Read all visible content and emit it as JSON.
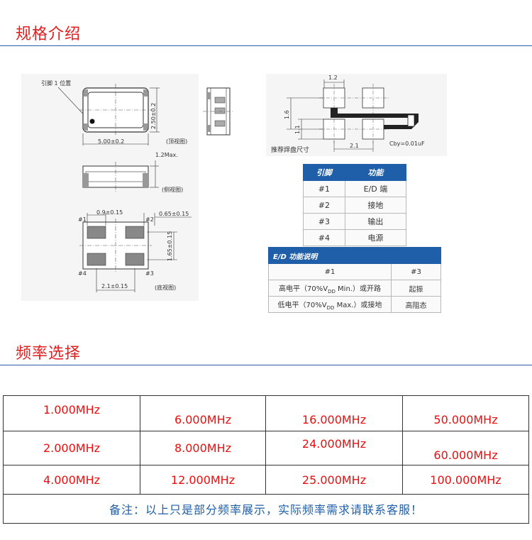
{
  "sections": {
    "spec_title": "规格介绍",
    "freq_title": "频率选择"
  },
  "drawing": {
    "pin1_position": "引脚 1 位置",
    "dim_length": "5.00±0.2",
    "dim_width": "2.50±0.2",
    "top_view": "(顶视图)",
    "max_height": "1.2Max.",
    "side_view": "(侧视图)",
    "pad_width": "0.9±0.15",
    "pad_gap": "0.65±0.15",
    "pad_pitch_v": "1.65±0.15",
    "pad_pitch_h": "2.1±0.15",
    "bottom_view": "(底视图)",
    "pin_labels": [
      "#1",
      "#2",
      "#3",
      "#4"
    ],
    "land_dim_w": "1.2",
    "land_dim_h1": "1.6",
    "land_dim_h2": "1.1",
    "land_dim_pitch": "2.1",
    "land_caption": "推荐焊盘尺寸",
    "cap_note": "Cby=0.01uF"
  },
  "pin_table": {
    "headers": [
      "引脚",
      "功能"
    ],
    "rows": [
      [
        "#1",
        "E/D 端"
      ],
      [
        "#2",
        "接地"
      ],
      [
        "#3",
        "输出"
      ],
      [
        "#4",
        "电源"
      ]
    ]
  },
  "ed_table": {
    "title": "E/D 功能说明",
    "col1": "#1",
    "col3": "#3",
    "row1_pre": "高电平（70%V",
    "row1_sub": "DD",
    "row1_post": " Min.）或开路",
    "row1_val": "起振",
    "row2_pre": "低电平（70%V",
    "row2_sub": "DD",
    "row2_post": " Max.）或接地",
    "row2_val": "高阻态"
  },
  "frequencies": [
    [
      "1.000MHz",
      "6.000MHz",
      "16.000MHz",
      "50.000MHz"
    ],
    [
      "2.000MHz",
      "8.000MHz",
      "24.000MHz",
      "60.000MHz"
    ],
    [
      "4.000MHz",
      "12.000MHz",
      "25.000MHz",
      "100.000MHz"
    ]
  ],
  "freq_note": "备注：以上只是部分频率展示，实际频率需求请联系客服！",
  "colors": {
    "title_red": "#e02020",
    "rule_blue": "#2a5ea8",
    "header_blue": "#1f5ea8",
    "freq_red": "#e81010"
  }
}
